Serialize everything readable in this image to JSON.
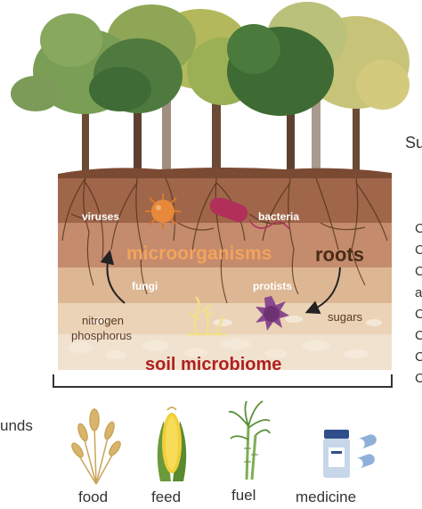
{
  "labels": {
    "viruses": "viruses",
    "bacteria": "bacteria",
    "microorganisms": "microorganisms",
    "roots": "roots",
    "fungi": "fungi",
    "protists": "protists",
    "nitrogen": "nitrogen",
    "phosphorus": "phosphorus",
    "sugars": "sugars",
    "soil_microbiome": "soil microbiome"
  },
  "left_edge": {
    "unds": "unds"
  },
  "right_edge": {
    "su": "Su",
    "letters": [
      "C",
      "C",
      "C",
      "a",
      "C",
      "C",
      "C",
      "C"
    ]
  },
  "products": [
    {
      "label": "food",
      "icon": "wheat-icon"
    },
    {
      "label": "feed",
      "icon": "corn-icon"
    },
    {
      "label": "fuel",
      "icon": "sugarcane-icon"
    },
    {
      "label": "medicine",
      "icon": "pills-icon"
    }
  ],
  "colors": {
    "microorganisms": "#f4a35c",
    "roots": "#4a2c16",
    "soil_microbiome": "#b02020"
  }
}
